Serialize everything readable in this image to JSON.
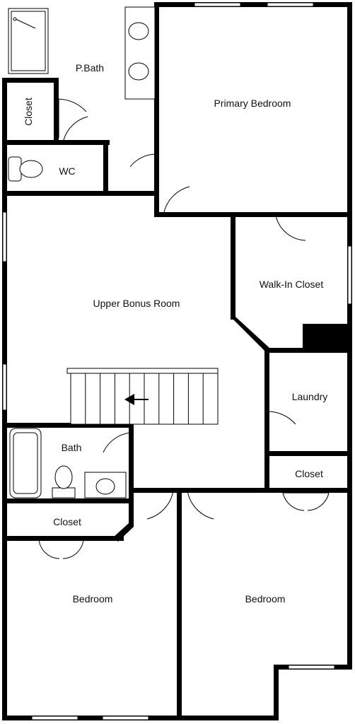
{
  "plan": {
    "rooms": [
      {
        "id": "primary-bath",
        "label": "P.Bath"
      },
      {
        "id": "primary-bedroom",
        "label": "Primary Bedroom"
      },
      {
        "id": "closet-bath",
        "label": "Closet"
      },
      {
        "id": "wc",
        "label": "WC"
      },
      {
        "id": "walk-in-closet",
        "label": "Walk-In Closet"
      },
      {
        "id": "upper-bonus-room",
        "label": "Upper Bonus Room"
      },
      {
        "id": "laundry",
        "label": "Laundry"
      },
      {
        "id": "bath",
        "label": "Bath"
      },
      {
        "id": "closet-laundry",
        "label": "Closet"
      },
      {
        "id": "closet-hall",
        "label": "Closet"
      },
      {
        "id": "bedroom-left",
        "label": "Bedroom"
      },
      {
        "id": "bedroom-right",
        "label": "Bedroom"
      }
    ],
    "colors": {
      "wall": "#000000",
      "background": "#ffffff"
    }
  }
}
